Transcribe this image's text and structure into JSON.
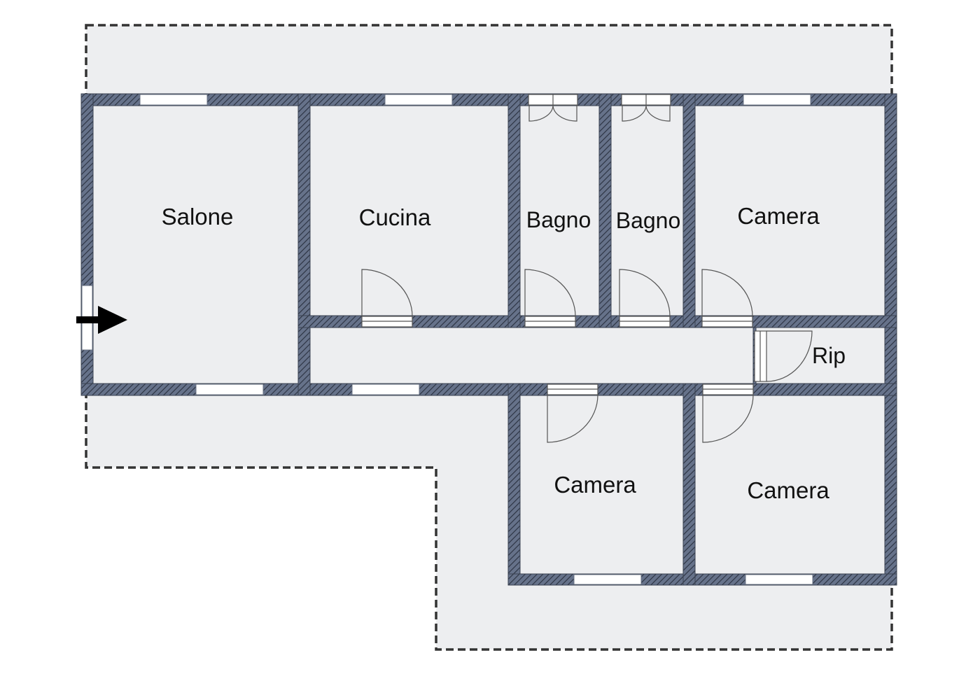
{
  "plan": {
    "rooms": [
      {
        "id": "salone",
        "label": "Salone"
      },
      {
        "id": "cucina",
        "label": "Cucina"
      },
      {
        "id": "bagno-1",
        "label": "Bagno"
      },
      {
        "id": "bagno-2",
        "label": "Bagno"
      },
      {
        "id": "camera-1",
        "label": "Camera"
      },
      {
        "id": "rip",
        "label": "Rip"
      },
      {
        "id": "camera-2",
        "label": "Camera"
      },
      {
        "id": "camera-3",
        "label": "Camera"
      }
    ],
    "colors": {
      "wall": "#5f6b7e",
      "wall_hatch": "#2f3644",
      "floor": "#edeef0",
      "terrace_border": "#333333",
      "window": "#ffffff",
      "door_line": "#555555",
      "arrow": "#000000"
    },
    "icons": {
      "entrance": "entrance-arrow-icon"
    }
  }
}
